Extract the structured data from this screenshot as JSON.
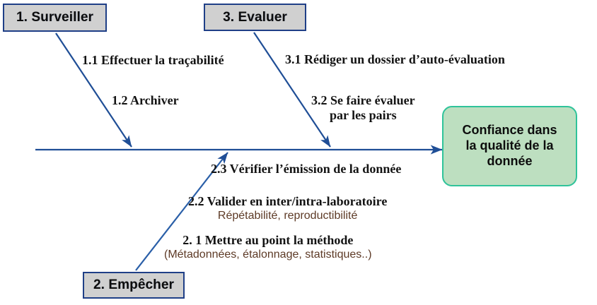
{
  "diagram": {
    "type": "ishikawa-fishbone",
    "title": "Confiance dans la qualite de la donnee",
    "colors": {
      "category_box_fill": "#d0d0d0",
      "category_box_border": "#1f3f87",
      "effect_box_fill": "#bddfc0",
      "effect_box_border": "#2fc39a",
      "arrow": "#1f4e96",
      "sub_text": "#5d3a26",
      "main_text": "#131313",
      "background": "#ffffff"
    },
    "categories": [
      {
        "id": "surveiller",
        "label": "1. Surveiller",
        "position": "top-left"
      },
      {
        "id": "evaluer",
        "label": "3. Evaluer",
        "position": "top-right"
      },
      {
        "id": "empecher",
        "label": "2. Empêcher",
        "position": "bottom-left"
      }
    ],
    "effect": {
      "lines": [
        "Confiance dans",
        "la qualité de la",
        "donnée"
      ],
      "text": "Confiance dans la qualité de la donnée"
    },
    "causes": [
      {
        "id": "1-1",
        "category": "surveiller",
        "main": "1.1 Effectuer la traçabilité",
        "sub": ""
      },
      {
        "id": "1-2",
        "category": "surveiller",
        "main": "1.2 Archiver",
        "sub": ""
      },
      {
        "id": "3-1",
        "category": "evaluer",
        "main": "3.1 Rédiger un dossier d’auto-évaluation",
        "sub": ""
      },
      {
        "id": "3-2",
        "category": "evaluer",
        "main_line1": "3.2 Se faire évaluer",
        "main_line2": "par les pairs",
        "main": "3.2 Se faire évaluer par les pairs",
        "sub": ""
      },
      {
        "id": "2-3",
        "category": "empecher",
        "main": "2.3 Vérifier l’émission de la donnée",
        "sub": ""
      },
      {
        "id": "2-2",
        "category": "empecher",
        "main": "2.2 Valider en inter/intra-laboratoire",
        "sub": "Répétabilité, reproductibilité"
      },
      {
        "id": "2-1",
        "category": "empecher",
        "main": "2. 1 Mettre au point la méthode",
        "sub": "(Métadonnées, étalonnage, statistiques..)"
      }
    ],
    "connectors": [
      {
        "id": "spine",
        "from": "left-edge",
        "to": "effect-box",
        "direction": "right"
      },
      {
        "id": "branch-1",
        "from": "surveiller",
        "to": "spine",
        "direction": "down-right"
      },
      {
        "id": "branch-3",
        "from": "evaluer",
        "to": "spine",
        "direction": "down-right"
      },
      {
        "id": "branch-2",
        "from": "empecher",
        "to": "spine",
        "direction": "up-right"
      }
    ]
  }
}
